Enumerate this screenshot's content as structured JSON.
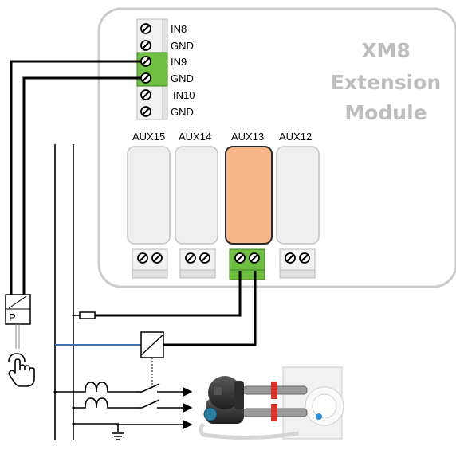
{
  "module": {
    "title_lines": [
      "XM8",
      "Extension",
      "Module"
    ]
  },
  "terminals": {
    "inputs": [
      "IN8",
      "GND",
      "IN9",
      "GND",
      "IN10",
      "GND"
    ]
  },
  "aux": {
    "labels": [
      "AUX15",
      "AUX14",
      "AUX13",
      "AUX12"
    ],
    "active": "AUX13"
  },
  "colors": {
    "module_border": "#c8c8c8",
    "highlight_green": "#6fbe44",
    "relay_active": "#f7b78b",
    "relay_idle": "#efefef",
    "signal_wire_blue": "#3f6fb5"
  },
  "symbols": {
    "pressure_switch_letter": "P"
  },
  "icons": [
    "screw-terminal-icon",
    "pressure-switch-icon",
    "push-button-hand-icon",
    "fuse-icon",
    "relay-coil-icon",
    "circuit-breaker-icon",
    "contactor-switch-icon",
    "ground-icon",
    "pool-pump-icon",
    "pool-filter-icon"
  ]
}
